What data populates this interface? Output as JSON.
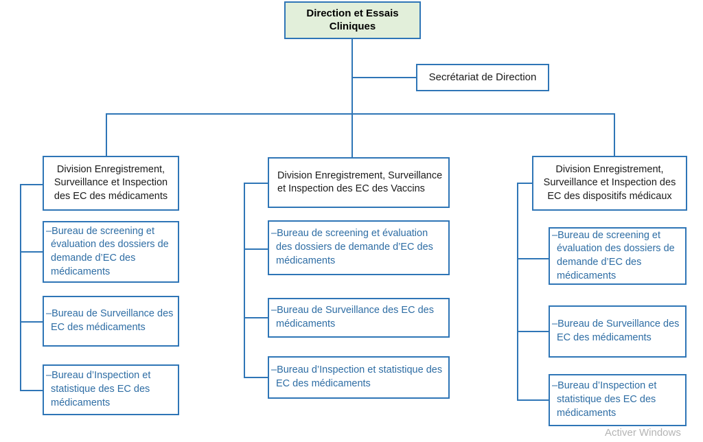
{
  "chart_data": {
    "type": "diagram",
    "title": "Direction et Essais Cliniques - Organigramme",
    "orientation": "top-down"
  },
  "root": {
    "label": "Direction et Essais Cliniques"
  },
  "staff": {
    "label": "Secrétariat de Direction"
  },
  "divisions": [
    {
      "label": "Division Enregistrement, Surveillance et Inspection des EC des médicaments",
      "children": [
        {
          "label": "–Bureau de screening et évaluation des dossiers de demande d’EC des médicaments"
        },
        {
          "label": "–Bureau de Surveillance des EC des médicaments"
        },
        {
          "label": "–Bureau d’Inspection et statistique des EC des médicaments"
        }
      ]
    },
    {
      "label": "Division Enregistrement, Surveillance et Inspection des EC des Vaccins",
      "children": [
        {
          "label": "–Bureau de screening et évaluation des dossiers de demande d’EC des médicaments"
        },
        {
          "label": "–Bureau de Surveillance des EC des médicaments"
        },
        {
          "label": "–Bureau d’Inspection et statistique des EC des médicaments"
        }
      ]
    },
    {
      "label": "Division Enregistrement, Surveillance et Inspection des EC des dispositifs médicaux",
      "children": [
        {
          "label": "–Bureau de screening et évaluation des dossiers de demande d’EC des médicaments"
        },
        {
          "label": "–Bureau de Surveillance des EC des médicaments"
        },
        {
          "label": "–Bureau d’Inspection et statistique des EC des médicaments"
        }
      ]
    }
  ],
  "watermark": {
    "label": "Activer Windows"
  },
  "colors": {
    "border": "#2e75b6",
    "root_fill": "#e2efda",
    "sub_text": "#2e6da4",
    "box_text": "#1a1a1a",
    "watermark": "#b4b4b4"
  }
}
